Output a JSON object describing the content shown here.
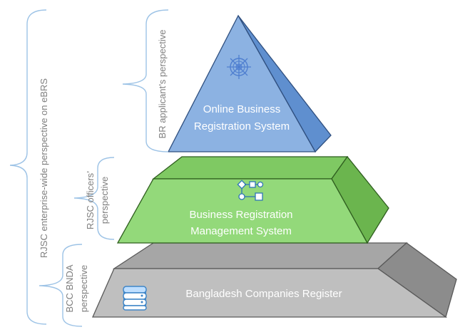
{
  "diagram": {
    "perspectives": {
      "enterprise": "RJSC enterprise-wide perspective on eBRS",
      "applicant": "BR applicant’s perspective",
      "officers_line1": "RJSC officers’",
      "officers_line2": "perspective",
      "bcc_line1": "BCC BNDA",
      "bcc_line2": "perspective"
    },
    "layers": {
      "top": {
        "line1": "Online Business",
        "line2": "Registration System",
        "color": "#8cb2e2",
        "icon": "ship-wheel-icon"
      },
      "middle": {
        "line1": "Business Registration",
        "line2": "Management System",
        "color": "#8fd17a",
        "icon": "workflow-icon"
      },
      "bottom": {
        "label": "Bangladesh Companies Register",
        "color": "#b3b3b3",
        "icon": "database-icon"
      }
    }
  }
}
